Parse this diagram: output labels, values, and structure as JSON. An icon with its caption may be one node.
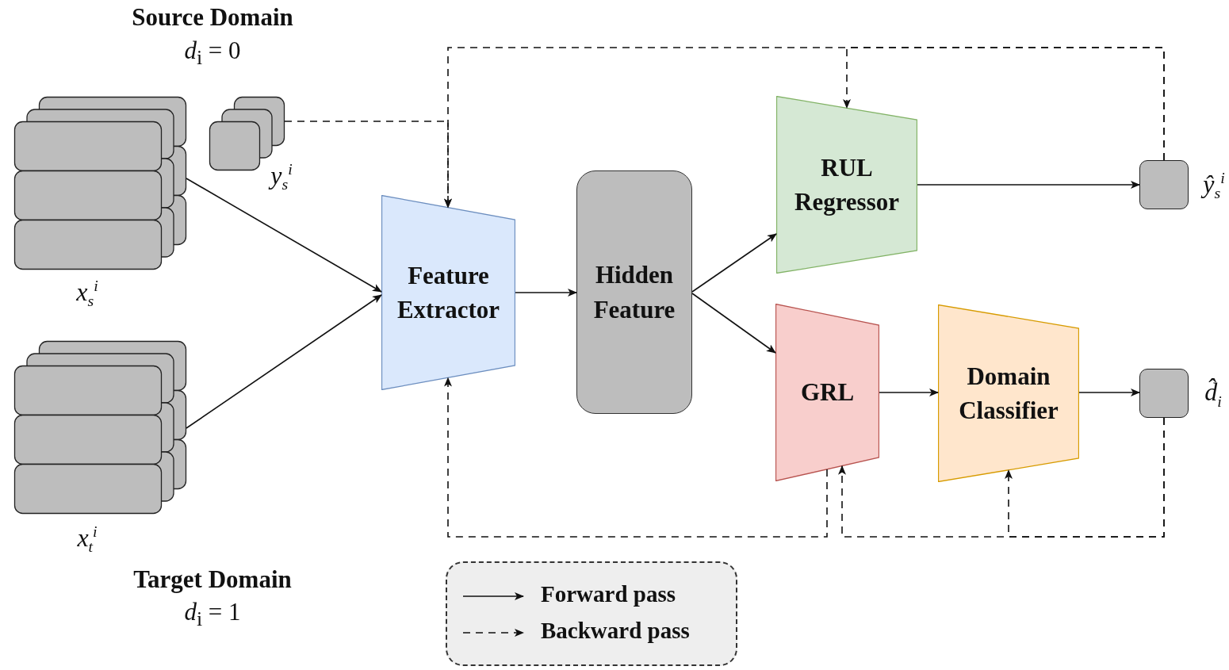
{
  "diagram": {
    "nodes": [
      {
        "text": [],
        "shape": "box",
        "beside": [
          "x$_{s}$$^{i}$"
        ]
      },
      {
        "text": [],
        "shape": "box",
        "beside": [
          "y$_{s}$$^{i}$"
        ]
      },
      {
        "text": [],
        "shape": "box",
        "beside": [
          "x$_{t}$$^{i}$"
        ]
      },
      {
        "text": [
          "Feature Extractor"
        ]
      },
      {
        "text": [
          "Hidden Feature"
        ]
      },
      {
        "text": [
          "RUL Regressor"
        ]
      },
      {
        "text": [
          "GRL"
        ]
      },
      {
        "text": [
          "Domain Classifier"
        ]
      },
      {
        "text": [],
        "shape": "box",
        "beside": [
          "ŷ$_{s}$$^{i}$"
        ]
      },
      {
        "text": [],
        "shape": "box",
        "beside": [
          "d̂$_{i}$"
        ]
      }
    ],
    "edges": [
      {
        "from": 0,
        "to": 3,
        "arrow": "to"
      },
      {
        "from": 2,
        "to": 3,
        "arrow": "to"
      },
      {
        "from": 3,
        "to": 4,
        "arrow": "to"
      },
      {
        "from": 4,
        "to": 5,
        "arrow": "to"
      },
      {
        "from": 4,
        "to": 6,
        "arrow": "to"
      },
      {
        "from": 5,
        "to": 8,
        "arrow": "to"
      },
      {
        "from": 6,
        "to": 7,
        "arrow": "to"
      },
      {
        "from": 7,
        "to": 9,
        "arrow": "to"
      },
      {
        "from": 1,
        "to": 3,
        "arrow": "to",
        "style": "dashed"
      },
      {
        "from": 8,
        "to": 3,
        "arrow": "to",
        "style": "dashed"
      },
      {
        "from": 8,
        "to": 5,
        "arrow": "to",
        "style": "dashed"
      },
      {
        "from": 9,
        "to": 7,
        "arrow": "to",
        "style": "dashed"
      },
      {
        "from": 9,
        "to": 6,
        "arrow": "to",
        "style": "dashed"
      },
      {
        "from": 6,
        "to": 3,
        "arrow": "to",
        "style": "dashed"
      }
    ],
    "labels": [
      "Source Domain",
      "*d*$_{i}$ = 0",
      "Target Domain",
      "*d*$_{i}$ = 1"
    ],
    "legend": [
      {
        "text": "Forward pass"
      },
      {
        "text": "Backward pass"
      }
    ]
  }
}
